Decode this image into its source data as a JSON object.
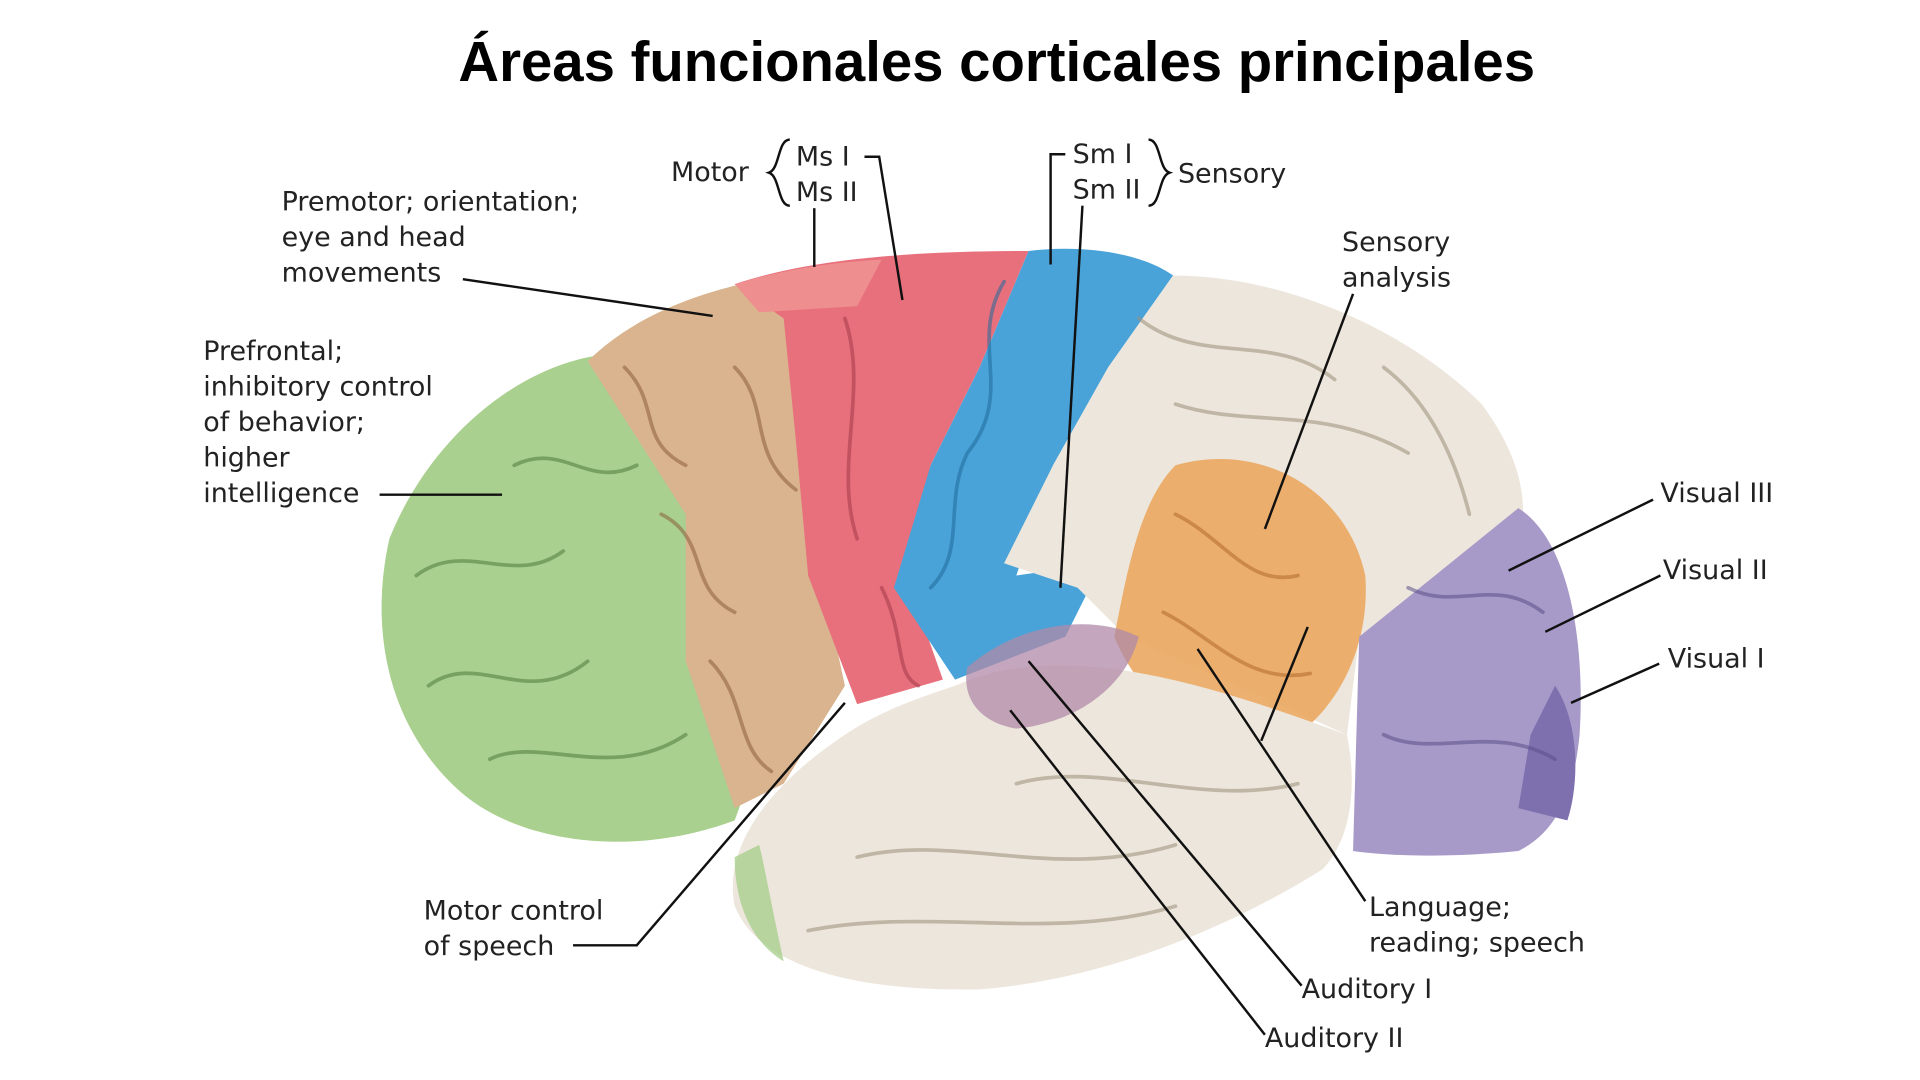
{
  "title": "Áreas funcionales corticales principales",
  "labels": {
    "motor": "Motor",
    "ms1": "Ms I",
    "ms2": "Ms II",
    "sm1": "Sm I",
    "sm2": "Sm II",
    "sensory": "Sensory",
    "premotor": [
      "Premotor; orientation;",
      "eye and head",
      "movements"
    ],
    "sensory_analysis": [
      "Sensory",
      "analysis"
    ],
    "prefrontal": [
      "Prefrontal;",
      "inhibitory control",
      "of behavior;",
      "higher",
      "intelligence"
    ],
    "visual3": "Visual III",
    "visual2": "Visual II",
    "visual1": "Visual I",
    "motor_speech": [
      "Motor control",
      "of speech"
    ],
    "language": [
      "Language;",
      "reading; speech"
    ],
    "auditory1": "Auditory I",
    "auditory2": "Auditory II"
  },
  "colors": {
    "prefrontal": "#a9d08e",
    "premotor": "#d9b48f",
    "motor": "#e8707c",
    "sensory": "#4aa3d8",
    "association": "#ede6dc",
    "sensory_analysis": "#eaa760",
    "visual": "#a79ac8",
    "auditory": "#b08aa8"
  }
}
